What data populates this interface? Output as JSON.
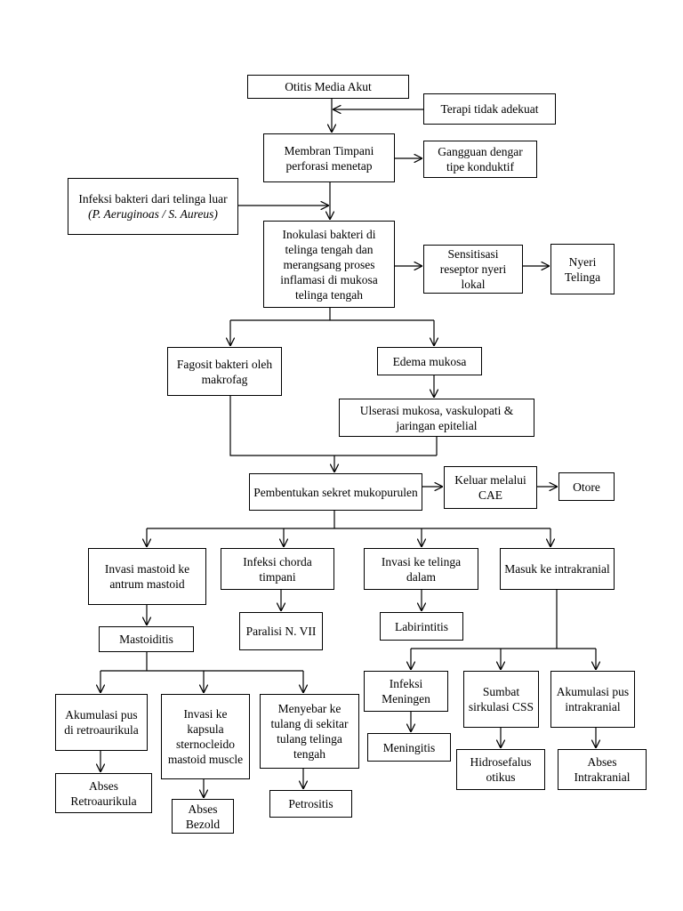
{
  "nodes": {
    "oma": "Otitis Media Akut",
    "terapi": "Terapi tidak adekuat",
    "membran": "Membran Timpani perforasi menetap",
    "gangguan": "Gangguan dengar tipe konduktif",
    "infeksi_bakteri_line1": "Infeksi bakteri dari telinga luar",
    "infeksi_bakteri_line2": "(P. Aeruginoas / S. Aureus)",
    "inokulasi": "Inokulasi bakteri di telinga tengah dan merangsang proses inflamasi di mukosa telinga tengah",
    "sensitisasi": "Sensitisasi reseptor nyeri lokal",
    "nyeri": "Nyeri Telinga",
    "fagosit": "Fagosit bakteri oleh makrofag",
    "edema": "Edema mukosa",
    "ulserasi": "Ulserasi mukosa, vaskulopati & jaringan epitelial",
    "sekret": "Pembentukan sekret mukopurulen",
    "keluar": "Keluar melalui CAE",
    "otore": "Otore",
    "invasi_mastoid": "Invasi mastoid ke antrum mastoid",
    "chorda": "Infeksi chorda timpani",
    "telinga_dalam": "Invasi ke telinga dalam",
    "intrakranial": "Masuk ke intrakranial",
    "paralisi": "Paralisi N. VII",
    "labirintitis": "Labirintitis",
    "mastoiditis": "Mastoiditis",
    "akumulasi_retro": "Akumulasi pus di retroaurikula",
    "invasi_kapsula": "Invasi ke kapsula sternocleido mastoid muscle",
    "menyebar": "Menyebar ke tulang di sekitar tulang telinga tengah",
    "abses_retro": "Abses Retroaurikula",
    "abses_bezold": "Abses Bezold",
    "petrositis": "Petrositis",
    "meningen": "Infeksi Meningen",
    "sumbat": "Sumbat sirkulasi CSS",
    "akumulasi_intra": "Akumulasi pus intrakranial",
    "meningitis": "Meningitis",
    "hidrosefalus": "Hidrosefalus otikus",
    "abses_intra": "Abses Intrakranial"
  }
}
